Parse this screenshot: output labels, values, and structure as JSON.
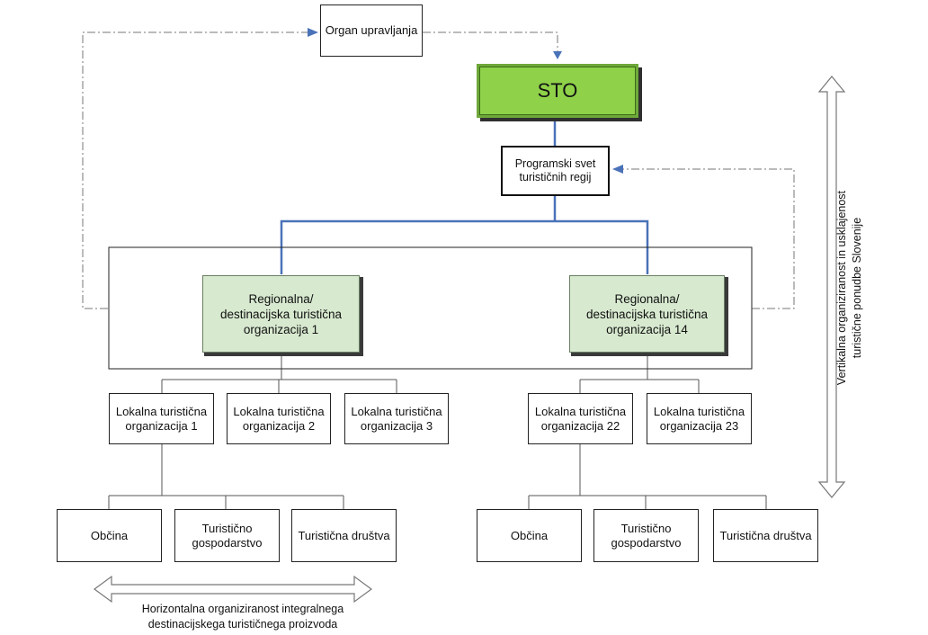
{
  "nodes": {
    "organ_upravljanja": "Organ upravljanja",
    "sto": "STO",
    "programski_svet": [
      "Programski svet",
      "turističnih regij"
    ],
    "regional_1": [
      "Regionalna/",
      "destinacijska turistična",
      "organizacija 1"
    ],
    "regional_14": [
      "Regionalna/",
      "destinacijska turistična",
      "organizacija 14"
    ],
    "local_1": [
      "Lokalna turistična",
      "organizacija 1"
    ],
    "local_2": [
      "Lokalna turistična",
      "organizacija 2"
    ],
    "local_3": [
      "Lokalna turistična",
      "organizacija 3"
    ],
    "local_22": [
      "Lokalna turistična",
      "organizacija 22"
    ],
    "local_23": [
      "Lokalna turistična",
      "organizacija 23"
    ],
    "left_leaves": [
      "Občina",
      "Turistično gospodarstvo",
      "Turistična društva"
    ],
    "right_leaves": [
      "Občina",
      "Turistično gospodarstvo",
      "Turistična društva"
    ]
  },
  "labels": {
    "horizontal": [
      "Horizontalna organiziranost integralnega",
      "destinacijskega turističnega proizvoda"
    ],
    "vertical": [
      "Vertikalna organiziranost in usklajenost",
      "turistične ponudbe Slovenije"
    ]
  },
  "colors": {
    "sto_fill": "#8fd24a",
    "regional_fill": "#d7e9cf",
    "blue_connector": "#4a72b8"
  }
}
